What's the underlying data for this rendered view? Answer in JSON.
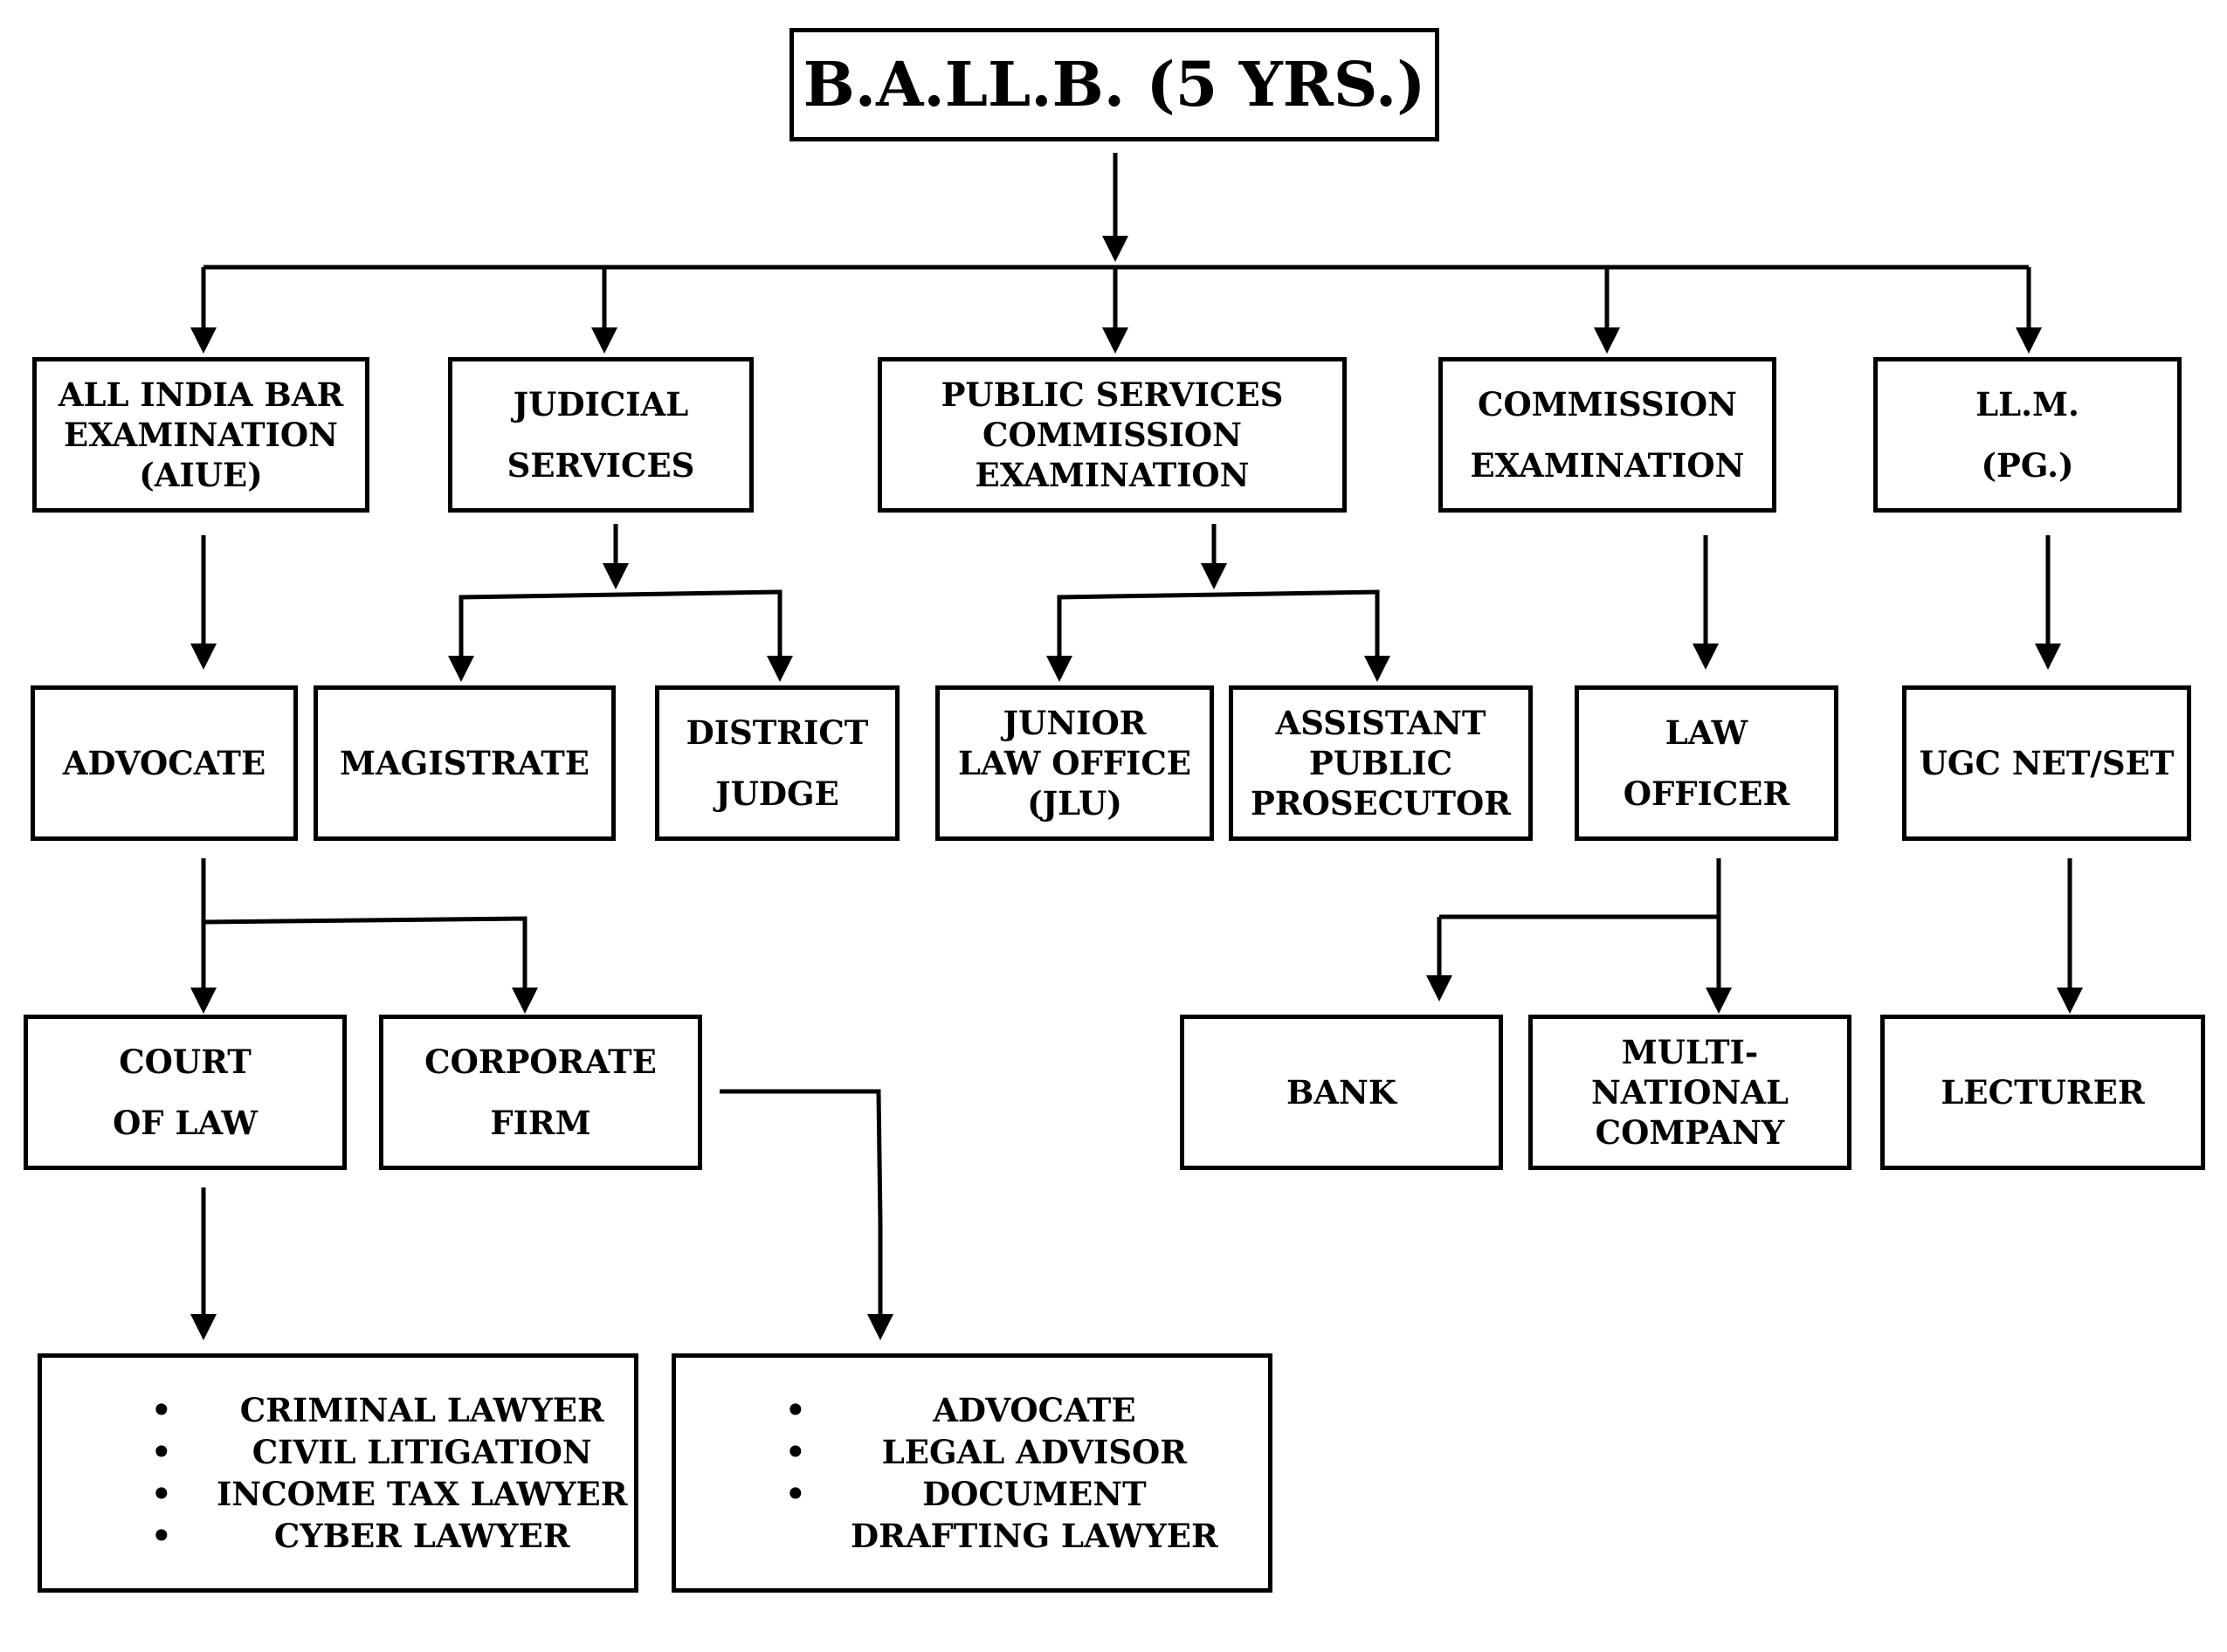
{
  "diagram": {
    "root": "B.A.LL.B. (5 YRS.)",
    "level1": {
      "bar_exam": [
        "ALL INDIA BAR",
        "EXAMINATION",
        "(AIUE)"
      ],
      "judicial": [
        "JUDICIAL",
        "SERVICES"
      ],
      "psc": [
        "PUBLIC SERVICES",
        "COMMISSION",
        "EXAMINATION"
      ],
      "commission": [
        "COMMISSION",
        "EXAMINATION"
      ],
      "llm": [
        "LL.M.",
        "(PG.)"
      ]
    },
    "level2": {
      "advocate": "ADVOCATE",
      "magistrate": "MAGISTRATE",
      "district_judge": [
        "DISTRICT",
        "JUDGE"
      ],
      "jlu": [
        "JUNIOR",
        "LAW OFFICE",
        "(JLU)"
      ],
      "app": [
        "ASSISTANT",
        "PUBLIC",
        "PROSECUTOR"
      ],
      "law_officer": [
        "LAW",
        "OFFICER"
      ],
      "ugc": "UGC NET/SET"
    },
    "level3": {
      "court": [
        "COURT",
        "OF LAW"
      ],
      "corporate": [
        "CORPORATE",
        "FIRM"
      ],
      "bank": "BANK",
      "mnc": [
        "MULTI-",
        "NATIONAL",
        "COMPANY"
      ],
      "lecturer": "LECTURER"
    },
    "level4": {
      "court_roles": [
        "CRIMINAL LAWYER",
        "CIVIL LITIGATION",
        "INCOME TAX LAWYER",
        "CYBER LAWYER"
      ],
      "corporate_roles": [
        "ADVOCATE",
        "LEGAL ADVISOR",
        "DOCUMENT",
        "DRAFTING LAWYER"
      ]
    },
    "bullet": "•"
  }
}
